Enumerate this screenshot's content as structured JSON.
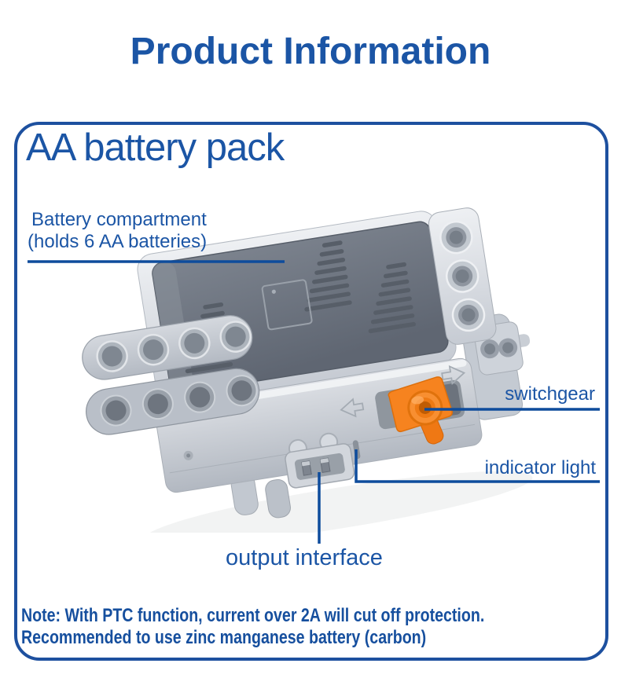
{
  "page": {
    "title": "Product Information"
  },
  "panel": {
    "heading": "AA battery pack",
    "callouts": {
      "battery_compartment": {
        "line1": "Battery compartment",
        "line2": "(holds 6 AA batteries)"
      },
      "switchgear": "switchgear",
      "indicator_light": "indicator light",
      "output_interface": "output interface"
    },
    "note": {
      "line1": "Note: With PTC function, current over 2A will cut off protection.",
      "line2": "Recommended to use zinc manganese battery (carbon)"
    }
  },
  "product": {
    "alt": "Gray AA battery pack brick with dark gray vented lid, technic pin beams, orange switch lever, indicator light slot and output interface connector",
    "colors": {
      "accent_blue": "#1b55a5",
      "callout_line_blue": "#0e4c9c",
      "body_gray": "#c9cfd6",
      "lid_gray": "#6e7580",
      "switch_orange": "#f5811f"
    }
  }
}
